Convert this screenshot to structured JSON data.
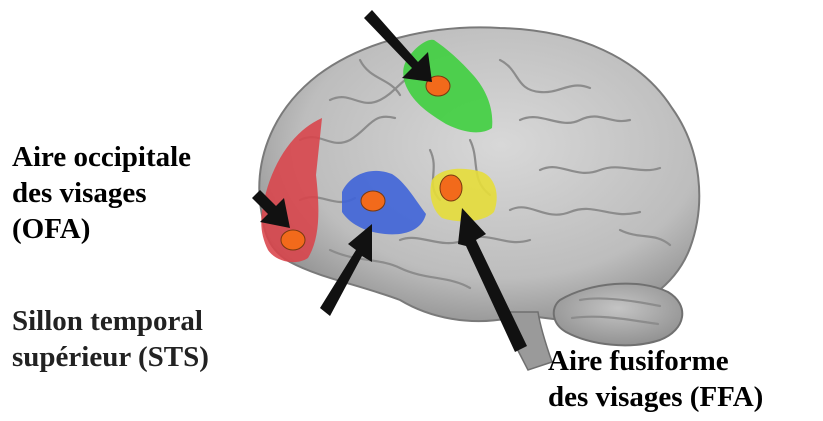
{
  "labels": {
    "ofa": [
      "Aire occipitale",
      "des visages",
      "(OFA)"
    ],
    "sts": [
      "Sillon temporal",
      "supérieur (STS)"
    ],
    "ffa": [
      "Aire fusiforme",
      "des visages (FFA)"
    ]
  },
  "region_colors": {
    "ofa": "#d9434a",
    "sts": "#3f64d8",
    "ffa": "#e6dd3a",
    "frontal": "#3fcf3f",
    "spot": "#f26a1b",
    "arrow": "#111111",
    "brain": "#c9c9c9"
  }
}
